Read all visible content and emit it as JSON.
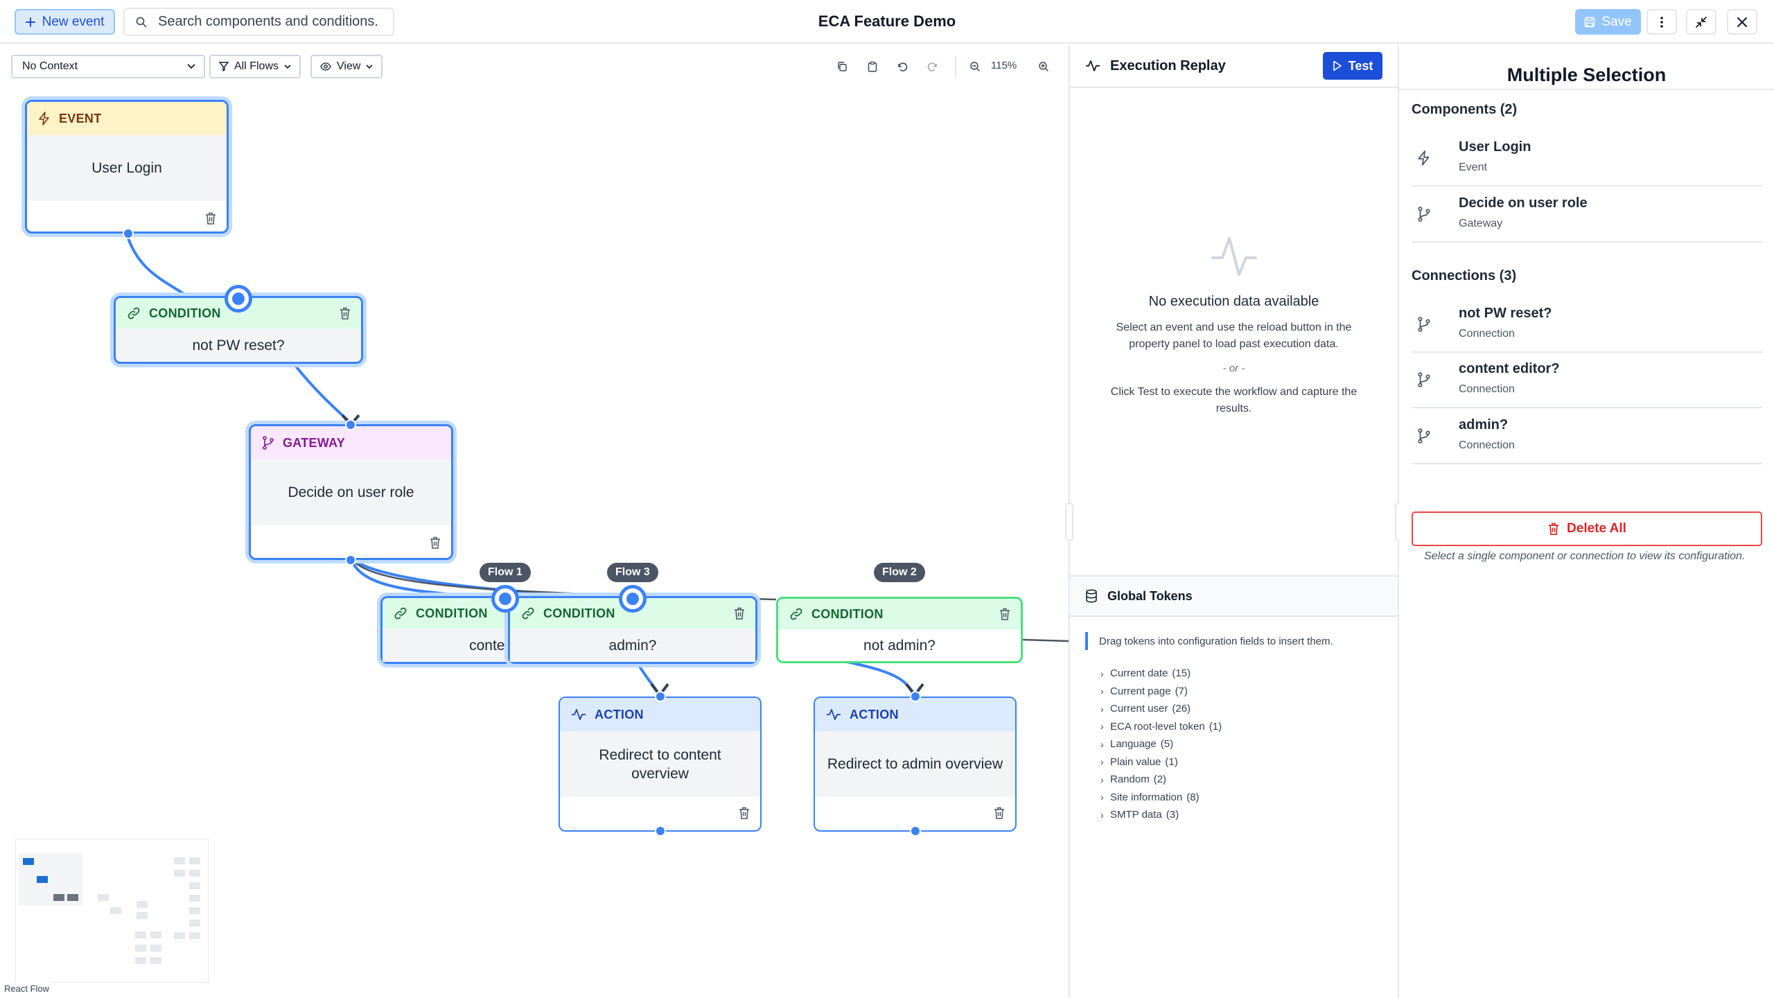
{
  "header": {
    "title": "ECA Feature Demo",
    "new_event_label": "New event",
    "search_placeholder": "Search components and conditions...",
    "save_label": "Save"
  },
  "canvas_toolbar": {
    "context_select": "No Context",
    "flows_filter": "All Flows",
    "view_menu": "View",
    "zoom_level": "115%"
  },
  "nodes": {
    "event_user_login": {
      "type_label": "EVENT",
      "title": "User Login"
    },
    "cond_not_pw_reset": {
      "type_label": "CONDITION",
      "title": "not PW reset?"
    },
    "gateway_user_role": {
      "type_label": "GATEWAY",
      "title": "Decide on user role"
    },
    "cond_content": {
      "type_label": "CONDITION",
      "title": "content"
    },
    "cond_admin": {
      "type_label": "CONDITION",
      "title": "admin?"
    },
    "cond_not_admin": {
      "type_label": "CONDITION",
      "title": "not admin?"
    },
    "action_content": {
      "type_label": "ACTION",
      "title": "Redirect to content overview"
    },
    "action_admin": {
      "type_label": "ACTION",
      "title": "Redirect to admin overview"
    }
  },
  "flow_tags": [
    "Flow 1",
    "Flow 3",
    "Flow 2"
  ],
  "attribution": "React Flow",
  "execution_panel": {
    "title": "Execution Replay",
    "test_label": "Test",
    "empty_title": "No execution data available",
    "empty_desc": "Select an event and use the reload button in the property panel to load past execution data.",
    "or_text": "- or -",
    "test_desc": "Click Test to execute the workflow and capture the results."
  },
  "global_tokens": {
    "title": "Global Tokens",
    "hint": "Drag tokens into configuration fields to insert them.",
    "items": [
      {
        "label": "Current date",
        "count": "(15)"
      },
      {
        "label": "Current page",
        "count": "(7)"
      },
      {
        "label": "Current user",
        "count": "(26)"
      },
      {
        "label": "ECA root-level token",
        "count": "(1)"
      },
      {
        "label": "Language",
        "count": "(5)"
      },
      {
        "label": "Plain value",
        "count": "(1)"
      },
      {
        "label": "Random",
        "count": "(2)"
      },
      {
        "label": "Site information",
        "count": "(8)"
      },
      {
        "label": "SMTP data",
        "count": "(3)"
      }
    ]
  },
  "properties": {
    "title": "Multiple Selection",
    "components_title": "Components (2)",
    "components": [
      {
        "name": "User Login",
        "type": "Event",
        "icon": "lightning-icon"
      },
      {
        "name": "Decide on user role",
        "type": "Gateway",
        "icon": "branch-icon"
      }
    ],
    "connections_title": "Connections (3)",
    "connections": [
      {
        "name": "not PW reset?",
        "type": "Connection",
        "icon": "branch-icon"
      },
      {
        "name": "content editor?",
        "type": "Connection",
        "icon": "branch-icon"
      },
      {
        "name": "admin?",
        "type": "Connection",
        "icon": "branch-icon"
      }
    ],
    "delete_all_label": "Delete All",
    "hint": "Select a single component or connection to view its configuration."
  },
  "colors": {
    "accent": "#3b82f6",
    "event_header": "#fef3c7",
    "condition_header": "#dcfce7",
    "gateway_header": "#fae8ff",
    "action_header": "#dbeafe",
    "danger": "#dc2626"
  }
}
